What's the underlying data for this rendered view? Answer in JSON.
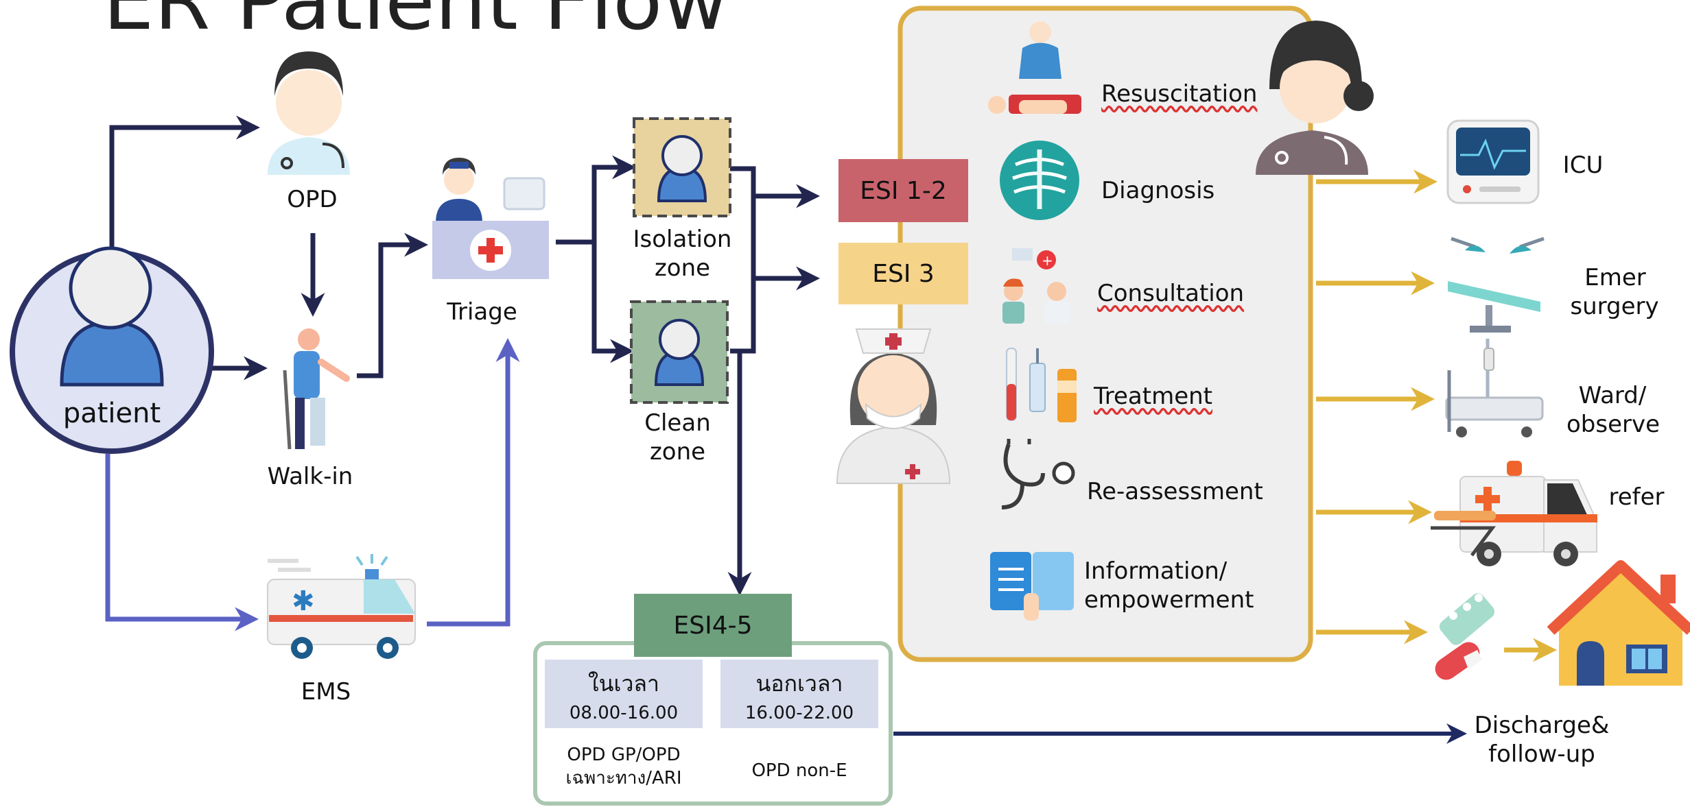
{
  "title": "ER Patient Flow",
  "entry": {
    "patient": "patient",
    "opd": "OPD",
    "walk_in": "Walk-in",
    "ems": "EMS",
    "triage": "Triage"
  },
  "zones": {
    "isolation": [
      "Isolation",
      "zone"
    ],
    "clean": [
      "Clean",
      "zone"
    ]
  },
  "esi": {
    "esi12": "ESI 1-2",
    "esi3": "ESI 3",
    "esi45": "ESI4-5"
  },
  "er_services": [
    "Resuscitation",
    "Diagnosis",
    "Consultation",
    "Treatment",
    "Re-assessment",
    "Information/",
    "empowerment"
  ],
  "dispositions": {
    "icu": "ICU",
    "surgery": [
      "Emer",
      "surgery"
    ],
    "ward": [
      "Ward/",
      "observe"
    ],
    "refer": "refer",
    "discharge": [
      "Discharge&",
      "follow-up"
    ]
  },
  "esi45_table": {
    "in_hours_title": "ในเวลา",
    "in_hours_time": "08.00-16.00",
    "out_hours_title": "นอกเวลา",
    "out_hours_time": "16.00-22.00",
    "in_hours_dest": [
      "OPD GP/OPD",
      "เฉพาะทาง/ARI"
    ],
    "out_hours_dest": "OPD non-E"
  },
  "colors": {
    "navy": "#22264f",
    "periwinkle": "#5b62c4",
    "gold": "#e0b43a",
    "esi12_bg": "#c9636b",
    "esi3_bg": "#f5d48a",
    "esi45_bg": "#6d9f7d",
    "panel_bg": "#efefef",
    "isolation_bg": "#e8d29e",
    "clean_bg": "#9dbb9f"
  }
}
